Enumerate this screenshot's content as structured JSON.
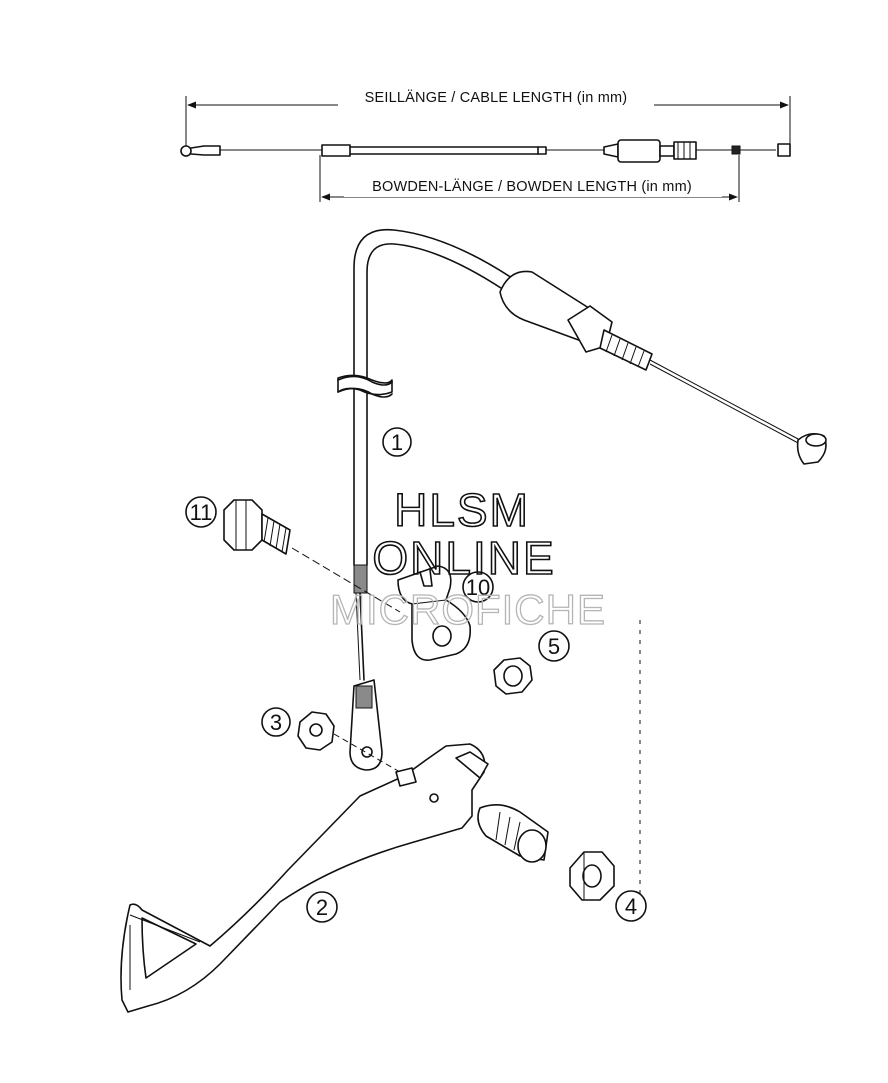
{
  "dimensions": {
    "cable_length_label": "SEILLÄNGE / CABLE LENGTH (in mm)",
    "bowden_length_label": "BOWDEN-LÄNGE / BOWDEN LENGTH (in mm)"
  },
  "callouts": {
    "c1": "1",
    "c2": "2",
    "c3": "3",
    "c4": "4",
    "c5": "5",
    "c10": "10",
    "c11": "11"
  },
  "watermark": {
    "line1": "HLSM",
    "line2": "ONLINE",
    "line3": "MICROFICHE"
  }
}
